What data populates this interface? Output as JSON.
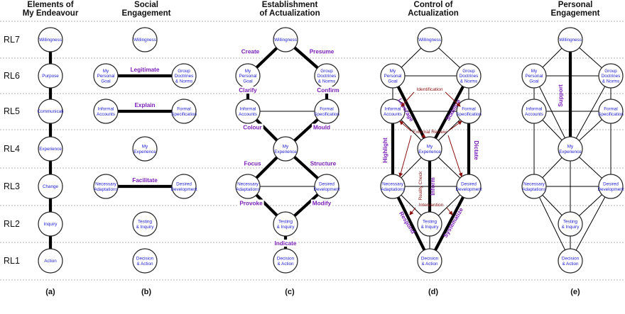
{
  "row_labels": [
    "RL7",
    "RL6",
    "RL5",
    "RL4",
    "RL3",
    "RL2",
    "RL1"
  ],
  "panels": [
    {
      "id": "a",
      "title_lines": [
        "Elements of",
        "My Endeavour"
      ],
      "sublabel": "(a)",
      "nodes": [
        {
          "id": "will",
          "label": [
            "Willingness"
          ]
        },
        {
          "id": "purpose",
          "label": [
            "Purpose"
          ]
        },
        {
          "id": "comm",
          "label": [
            "Communicati"
          ]
        },
        {
          "id": "exp",
          "label": [
            "Experience"
          ]
        },
        {
          "id": "change",
          "label": [
            "Change"
          ]
        },
        {
          "id": "inq",
          "label": [
            "Inquiry"
          ]
        },
        {
          "id": "act",
          "label": [
            "Action"
          ]
        }
      ],
      "edges": [
        {
          "from": "will",
          "to": "purpose",
          "weight": "thick"
        },
        {
          "from": "purpose",
          "to": "comm",
          "weight": "thick"
        },
        {
          "from": "comm",
          "to": "exp",
          "weight": "thick"
        },
        {
          "from": "exp",
          "to": "change",
          "weight": "thick"
        },
        {
          "from": "change",
          "to": "inq",
          "weight": "thick"
        },
        {
          "from": "inq",
          "to": "act",
          "weight": "thick"
        }
      ],
      "edge_labels": [],
      "arrows": []
    },
    {
      "id": "b",
      "title_lines": [
        "Social",
        "Engagement"
      ],
      "sublabel": "(b)",
      "nodes": [
        {
          "id": "will",
          "label": [
            "Willingness"
          ]
        },
        {
          "id": "mpg",
          "label": [
            "My",
            "Personal",
            "Goal"
          ]
        },
        {
          "id": "gdn",
          "label": [
            "Group",
            "Doctrines",
            "& Norms"
          ]
        },
        {
          "id": "ia",
          "label": [
            "Informal",
            "Accounts"
          ]
        },
        {
          "id": "fs",
          "label": [
            "Formal",
            "Specification"
          ]
        },
        {
          "id": "exp",
          "label": [
            "My",
            "Experience"
          ]
        },
        {
          "id": "na",
          "label": [
            "Necessary",
            "Adaptations"
          ]
        },
        {
          "id": "dd",
          "label": [
            "Desired",
            "Development"
          ]
        },
        {
          "id": "ti",
          "label": [
            "Testing",
            "& Inquiry"
          ]
        },
        {
          "id": "da",
          "label": [
            "Decision",
            "& Action"
          ]
        }
      ],
      "edges": [
        {
          "from": "mpg",
          "to": "gdn",
          "weight": "thick"
        },
        {
          "from": "ia",
          "to": "fs",
          "weight": "thick"
        },
        {
          "from": "na",
          "to": "dd",
          "weight": "thick"
        }
      ],
      "edge_labels": [
        {
          "text": "Legitimate",
          "anchor": "mpg-gdn"
        },
        {
          "text": "Explain",
          "anchor": "ia-fs"
        },
        {
          "text": "Facilitate",
          "anchor": "na-dd"
        }
      ],
      "arrows": []
    },
    {
      "id": "c",
      "title_lines": [
        "Establishment",
        "of Actualization"
      ],
      "sublabel": "(c)",
      "nodes": [
        {
          "id": "will",
          "label": [
            "Willingness"
          ]
        },
        {
          "id": "mpg",
          "label": [
            "My",
            "Personal",
            "Goal"
          ]
        },
        {
          "id": "gdn",
          "label": [
            "Group",
            "Doctrines",
            "& Norms"
          ]
        },
        {
          "id": "ia",
          "label": [
            "Informal",
            "Accounts"
          ]
        },
        {
          "id": "fs",
          "label": [
            "Formal",
            "Specification"
          ]
        },
        {
          "id": "exp",
          "label": [
            "My",
            "Experience"
          ]
        },
        {
          "id": "na",
          "label": [
            "Necessary",
            "Adaptations"
          ]
        },
        {
          "id": "dd",
          "label": [
            "Desired",
            "Development"
          ]
        },
        {
          "id": "ti",
          "label": [
            "Testing",
            "& Inquiry"
          ]
        },
        {
          "id": "da",
          "label": [
            "Decision",
            "& Action"
          ]
        }
      ],
      "edges": [
        {
          "from": "will",
          "to": "mpg",
          "weight": "thick"
        },
        {
          "from": "will",
          "to": "gdn",
          "weight": "thick"
        },
        {
          "from": "mpg",
          "to": "ia",
          "weight": "thick"
        },
        {
          "from": "gdn",
          "to": "fs",
          "weight": "thick"
        },
        {
          "from": "ia",
          "to": "fs",
          "weight": "thin"
        },
        {
          "from": "ia",
          "to": "exp",
          "weight": "thick"
        },
        {
          "from": "fs",
          "to": "exp",
          "weight": "thick"
        },
        {
          "from": "exp",
          "to": "na",
          "weight": "thick"
        },
        {
          "from": "exp",
          "to": "dd",
          "weight": "thick"
        },
        {
          "from": "na",
          "to": "dd",
          "weight": "thin"
        },
        {
          "from": "na",
          "to": "ti",
          "weight": "thick"
        },
        {
          "from": "dd",
          "to": "ti",
          "weight": "thick"
        },
        {
          "from": "ti",
          "to": "da",
          "weight": "thick"
        }
      ],
      "edge_labels": [
        {
          "text": "Create",
          "anchor": "will-mpg"
        },
        {
          "text": "Presume",
          "anchor": "will-gdn"
        },
        {
          "text": "Clarify",
          "anchor": "mpg-ia"
        },
        {
          "text": "Confirm",
          "anchor": "gdn-fs"
        },
        {
          "text": "Colour",
          "anchor": "ia-exp"
        },
        {
          "text": "Mould",
          "anchor": "fs-exp"
        },
        {
          "text": "Focus",
          "anchor": "exp-na"
        },
        {
          "text": "Structure",
          "anchor": "exp-dd"
        },
        {
          "text": "Provoke",
          "anchor": "na-ti"
        },
        {
          "text": "Modify",
          "anchor": "dd-ti"
        },
        {
          "text": "Indicate",
          "anchor": "ti-da"
        }
      ],
      "arrows": []
    },
    {
      "id": "d",
      "title_lines": [
        "Control of",
        "Actualization"
      ],
      "sublabel": "(d)",
      "nodes": [
        {
          "id": "will",
          "label": [
            "Willingness"
          ]
        },
        {
          "id": "mpg",
          "label": [
            "My",
            "Personal",
            "Goal"
          ]
        },
        {
          "id": "gdn",
          "label": [
            "Group",
            "Doctrines",
            "& Norms"
          ]
        },
        {
          "id": "ia",
          "label": [
            "Informal",
            "Accounts"
          ]
        },
        {
          "id": "fs",
          "label": [
            "Formal",
            "Specification"
          ]
        },
        {
          "id": "exp",
          "label": [
            "My",
            "Experience"
          ]
        },
        {
          "id": "na",
          "label": [
            "Necessary",
            "Adaptations"
          ]
        },
        {
          "id": "dd",
          "label": [
            "Desired",
            "Development"
          ]
        },
        {
          "id": "ti",
          "label": [
            "Testing",
            "& Inquiry"
          ]
        },
        {
          "id": "da",
          "label": [
            "Decision",
            "& Action"
          ]
        }
      ],
      "edges": [
        {
          "from": "will",
          "to": "mpg",
          "weight": "thin"
        },
        {
          "from": "will",
          "to": "gdn",
          "weight": "thin"
        },
        {
          "from": "mpg",
          "to": "gdn",
          "weight": "thin"
        },
        {
          "from": "mpg",
          "to": "ia",
          "weight": "thin"
        },
        {
          "from": "gdn",
          "to": "fs",
          "weight": "thin"
        },
        {
          "from": "mpg",
          "to": "exp",
          "weight": "thick"
        },
        {
          "from": "gdn",
          "to": "exp",
          "weight": "thick"
        },
        {
          "from": "ia",
          "to": "fs",
          "weight": "thin"
        },
        {
          "from": "ia",
          "to": "exp",
          "weight": "thin"
        },
        {
          "from": "fs",
          "to": "exp",
          "weight": "thin"
        },
        {
          "from": "ia",
          "to": "na",
          "weight": "thick"
        },
        {
          "from": "fs",
          "to": "dd",
          "weight": "thick"
        },
        {
          "from": "na",
          "to": "dd",
          "weight": "thin"
        },
        {
          "from": "exp",
          "to": "na",
          "weight": "thin"
        },
        {
          "from": "exp",
          "to": "dd",
          "weight": "thin"
        },
        {
          "from": "exp",
          "to": "ti",
          "weight": "thick"
        },
        {
          "from": "na",
          "to": "ti",
          "weight": "thin"
        },
        {
          "from": "dd",
          "to": "ti",
          "weight": "thin"
        },
        {
          "from": "na",
          "to": "da",
          "weight": "thick"
        },
        {
          "from": "dd",
          "to": "da",
          "weight": "thick"
        },
        {
          "from": "ti",
          "to": "da",
          "weight": "thin"
        }
      ],
      "edge_labels": [
        {
          "text": "Leverage",
          "anchor": "mpg-exp"
        },
        {
          "text": "Stabilize",
          "anchor": "gdn-exp"
        },
        {
          "text": "Highlight",
          "anchor": "ia-na"
        },
        {
          "text": "Dictate",
          "anchor": "fs-dd"
        },
        {
          "text": "Inform",
          "anchor": "exp-ti"
        },
        {
          "text": "Respond",
          "anchor": "na-da"
        },
        {
          "text": "Systematize",
          "anchor": "dd-da"
        }
      ],
      "arrows": [
        {
          "text": "Identification"
        },
        {
          "text": "External Review"
        },
        {
          "text": "Reality Check"
        },
        {
          "text": "Intervention"
        }
      ]
    },
    {
      "id": "e",
      "title_lines": [
        "Personal",
        "Engagement"
      ],
      "sublabel": "(e)",
      "nodes": [
        {
          "id": "will",
          "label": [
            "Willingness"
          ]
        },
        {
          "id": "mpg",
          "label": [
            "My",
            "Personal",
            "Goal"
          ]
        },
        {
          "id": "gdn",
          "label": [
            "Group",
            "Doctrines",
            "& Norms"
          ]
        },
        {
          "id": "ia",
          "label": [
            "Informal",
            "Accounts"
          ]
        },
        {
          "id": "fs",
          "label": [
            "Formal",
            "Specification"
          ]
        },
        {
          "id": "exp",
          "label": [
            "My",
            "Experience"
          ]
        },
        {
          "id": "na",
          "label": [
            "Necessary",
            "Adaptations"
          ]
        },
        {
          "id": "dd",
          "label": [
            "Desired",
            "Development"
          ]
        },
        {
          "id": "ti",
          "label": [
            "Testing",
            "& Inquiry"
          ]
        },
        {
          "id": "da",
          "label": [
            "Decision",
            "& Action"
          ]
        }
      ],
      "edges": [
        {
          "from": "will",
          "to": "mpg",
          "weight": "thin"
        },
        {
          "from": "will",
          "to": "gdn",
          "weight": "thin"
        },
        {
          "from": "mpg",
          "to": "gdn",
          "weight": "thin"
        },
        {
          "from": "mpg",
          "to": "ia",
          "weight": "thin"
        },
        {
          "from": "gdn",
          "to": "fs",
          "weight": "thin"
        },
        {
          "from": "mpg",
          "to": "exp",
          "weight": "thin"
        },
        {
          "from": "gdn",
          "to": "exp",
          "weight": "thin"
        },
        {
          "from": "ia",
          "to": "fs",
          "weight": "thin"
        },
        {
          "from": "ia",
          "to": "exp",
          "weight": "thin"
        },
        {
          "from": "fs",
          "to": "exp",
          "weight": "thin"
        },
        {
          "from": "ia",
          "to": "na",
          "weight": "thin"
        },
        {
          "from": "fs",
          "to": "dd",
          "weight": "thin"
        },
        {
          "from": "na",
          "to": "dd",
          "weight": "thin"
        },
        {
          "from": "exp",
          "to": "na",
          "weight": "thin"
        },
        {
          "from": "exp",
          "to": "dd",
          "weight": "thin"
        },
        {
          "from": "exp",
          "to": "ti",
          "weight": "thin"
        },
        {
          "from": "na",
          "to": "ti",
          "weight": "thin"
        },
        {
          "from": "dd",
          "to": "ti",
          "weight": "thin"
        },
        {
          "from": "na",
          "to": "da",
          "weight": "thin"
        },
        {
          "from": "dd",
          "to": "da",
          "weight": "thin"
        },
        {
          "from": "ti",
          "to": "da",
          "weight": "thin"
        },
        {
          "from": "will",
          "to": "exp",
          "weight": "thick"
        }
      ],
      "edge_labels": [
        {
          "text": "Support",
          "anchor": "will-exp"
        }
      ],
      "arrows": []
    }
  ],
  "colors": {
    "node_text": "#1a1ad0",
    "edge_label": "#7a1fb8",
    "review_arrow": "#8b1010",
    "edge": "#000000",
    "separator": "#9a9a9a"
  }
}
